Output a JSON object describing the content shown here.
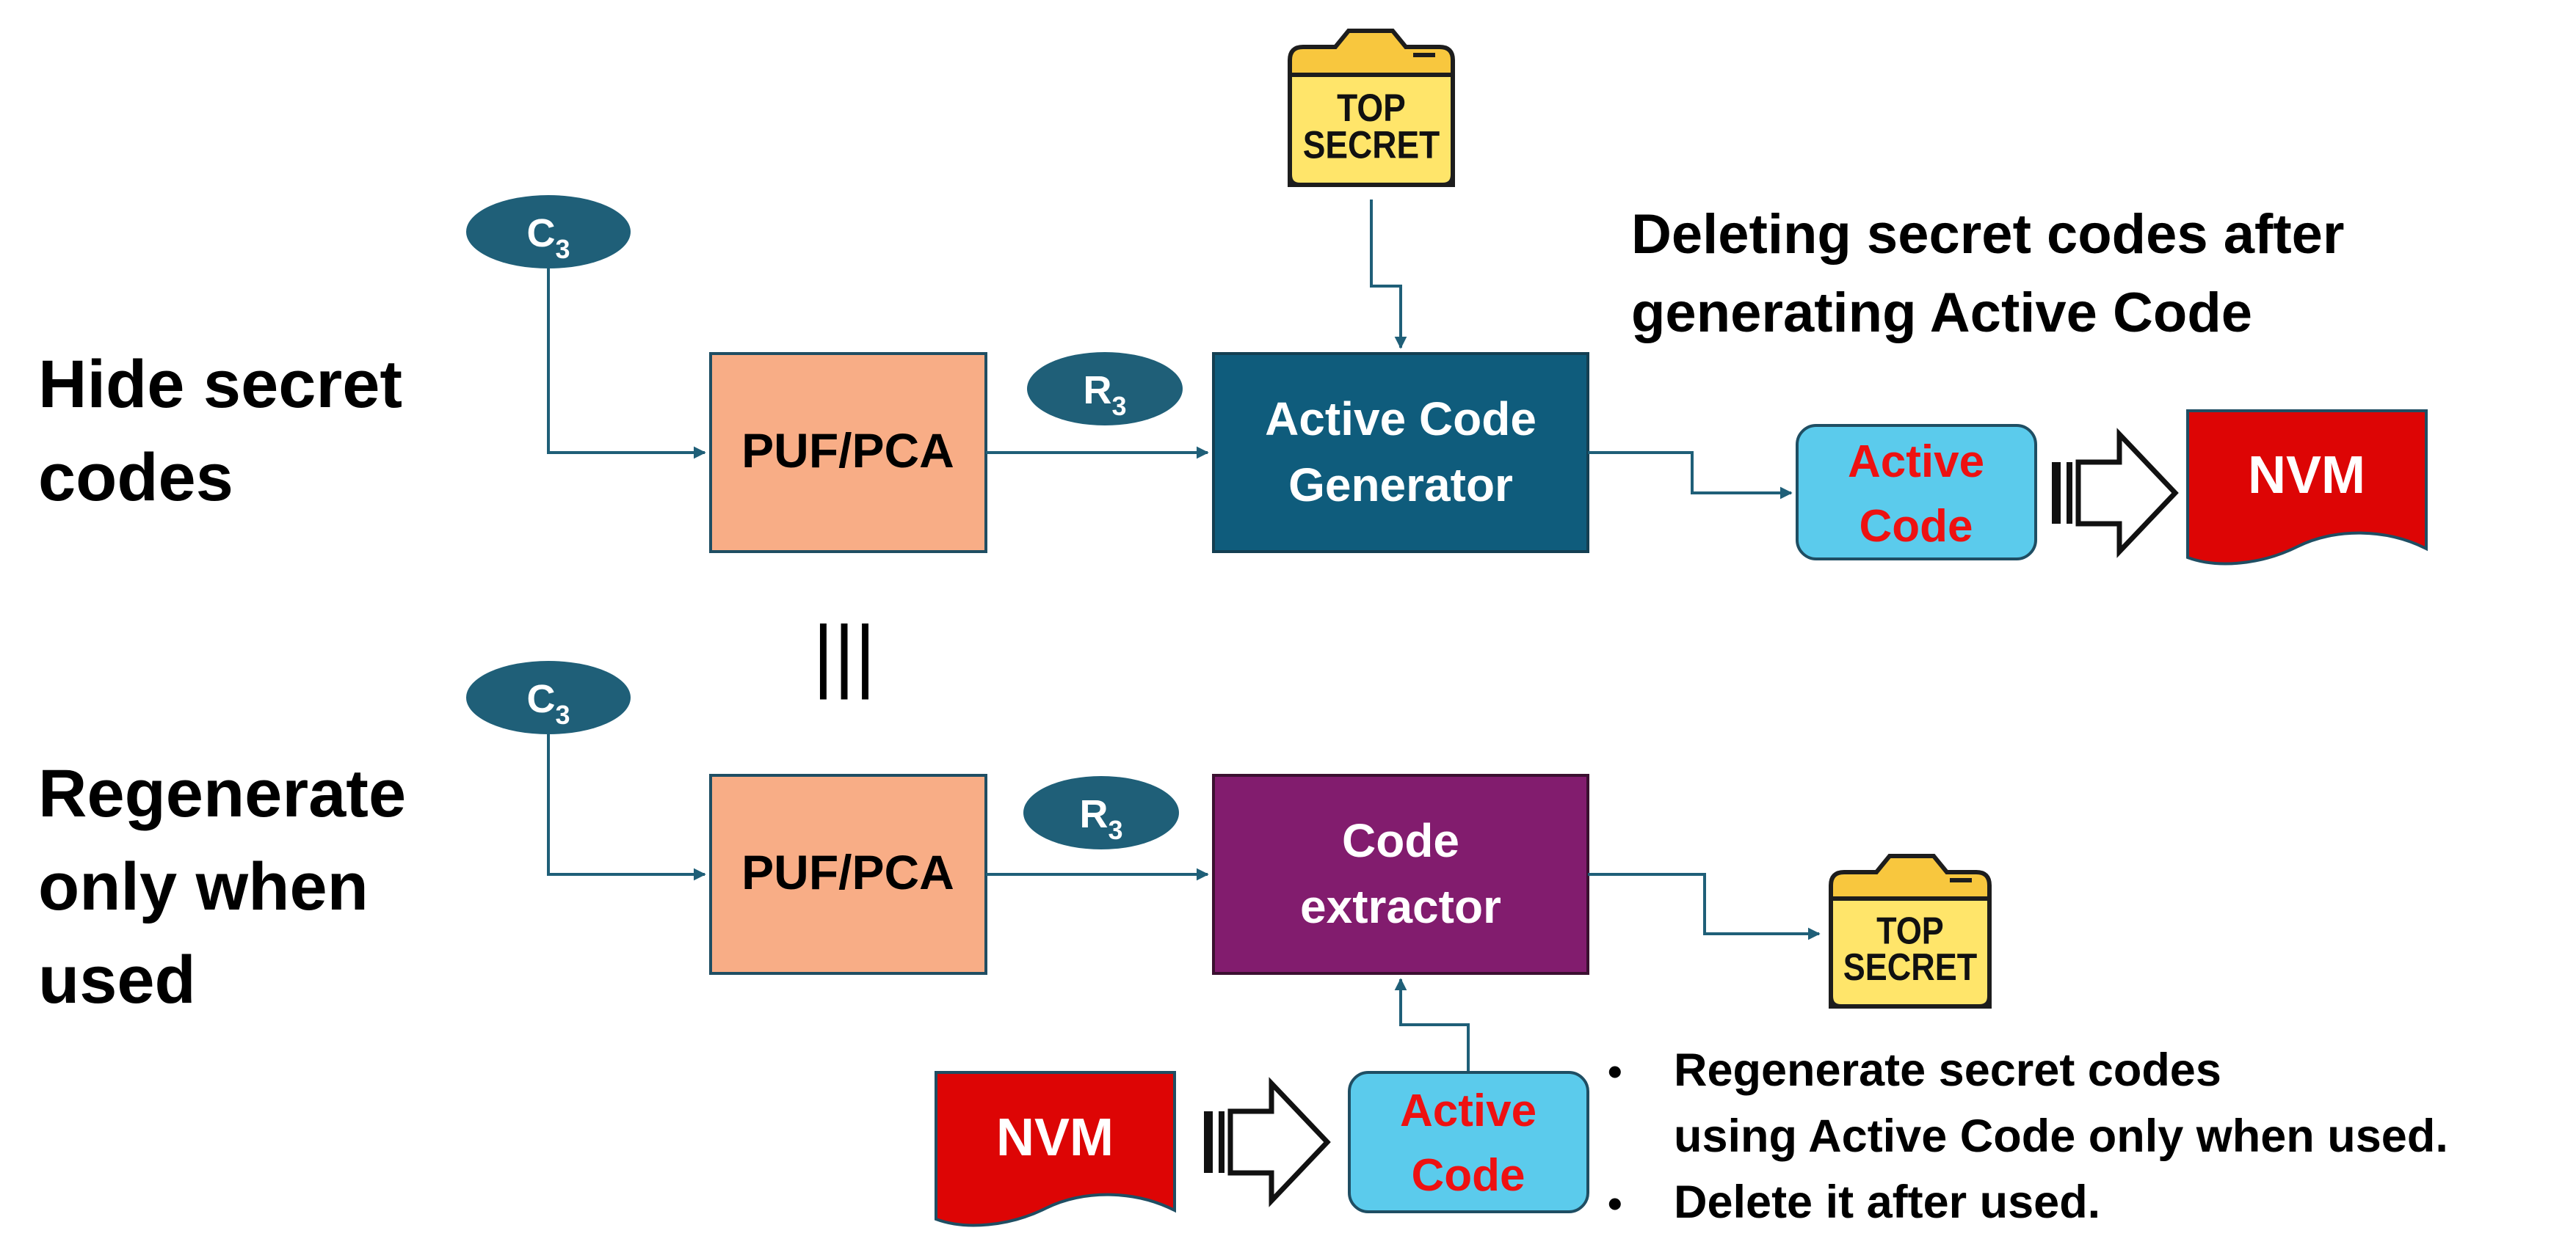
{
  "left_labels": {
    "top_lines": [
      "Hide secret",
      "codes"
    ],
    "bottom_lines": [
      "Regenerate",
      "only when",
      "used"
    ]
  },
  "equivalence_symbol": "|||",
  "top_flow": {
    "challenge": {
      "main": "C",
      "sub": "3"
    },
    "response": {
      "main": "R",
      "sub": "3"
    },
    "puf_label": "PUF/PCA",
    "generator_lines": [
      "Active Code",
      "Generator"
    ],
    "active_code_lines": [
      "Active",
      "Code"
    ],
    "nvm_label": "NVM",
    "folder_lines": [
      "TOP",
      "SECRET"
    ],
    "title_lines": [
      "Deleting secret codes after",
      "generating Active Code"
    ]
  },
  "bottom_flow": {
    "challenge": {
      "main": "C",
      "sub": "3"
    },
    "response": {
      "main": "R",
      "sub": "3"
    },
    "puf_label": "PUF/PCA",
    "extractor_lines": [
      "Code",
      "extractor"
    ],
    "active_code_lines": [
      "Active",
      "Code"
    ],
    "nvm_label": "NVM",
    "folder_lines": [
      "TOP",
      "SECRET"
    ],
    "notes": [
      {
        "bullet": "•",
        "lines": [
          "Regenerate secret codes",
          "using Active  Code only when used."
        ]
      },
      {
        "bullet": "•",
        "lines": [
          "Delete it after used."
        ]
      }
    ]
  },
  "colors": {
    "oval": "#1f5f78",
    "puf_fill": "#f8ad86",
    "puf_border": "#1f4e63",
    "generator_fill": "#0f5c7c",
    "extractor_fill": "#821c6e",
    "active_code_fill": "#5bcbec",
    "active_code_text": "#ee1111",
    "nvm_fill": "#dd0505",
    "folder_fill": "#f8c73e",
    "folder_front": "#ffe56a",
    "arrow": "#1f5f78"
  },
  "icons": {
    "folder": "top-secret-folder-icon",
    "block_arrow": "block-arrow-icon"
  }
}
